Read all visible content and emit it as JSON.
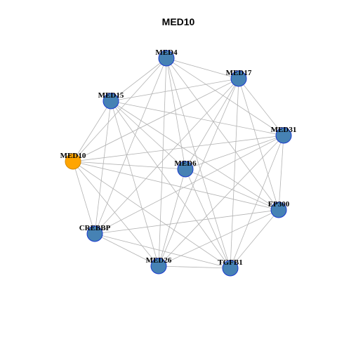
{
  "title": "MED10",
  "colors": {
    "focus_fill": "#FFA500",
    "focus_stroke": "#D28800",
    "node_fill": "#4682B4",
    "node_stroke": "#1A3ACF",
    "edge": "#B3B3B3"
  },
  "nodes": [
    {
      "id": "MED4",
      "label": "MED4",
      "focus": false
    },
    {
      "id": "MED17",
      "label": "MED17",
      "focus": false
    },
    {
      "id": "MED15",
      "label": "MED15",
      "focus": false
    },
    {
      "id": "MED31",
      "label": "MED31",
      "focus": false
    },
    {
      "id": "MED10",
      "label": "MED10",
      "focus": true
    },
    {
      "id": "MED6",
      "label": "MED6",
      "focus": false
    },
    {
      "id": "EP300",
      "label": "EP300",
      "focus": false
    },
    {
      "id": "CREBBP",
      "label": "CREBBP",
      "focus": false
    },
    {
      "id": "MED26",
      "label": "MED26",
      "focus": false
    },
    {
      "id": "TGFB1",
      "label": "TGFB1",
      "focus": false
    }
  ],
  "edges": [
    [
      "MED4",
      "MED17"
    ],
    [
      "MED4",
      "MED15"
    ],
    [
      "MED4",
      "MED31"
    ],
    [
      "MED4",
      "MED10"
    ],
    [
      "MED4",
      "MED6"
    ],
    [
      "MED4",
      "EP300"
    ],
    [
      "MED4",
      "CREBBP"
    ],
    [
      "MED4",
      "MED26"
    ],
    [
      "MED4",
      "TGFB1"
    ],
    [
      "MED17",
      "MED15"
    ],
    [
      "MED17",
      "MED31"
    ],
    [
      "MED17",
      "MED10"
    ],
    [
      "MED17",
      "MED6"
    ],
    [
      "MED17",
      "EP300"
    ],
    [
      "MED17",
      "CREBBP"
    ],
    [
      "MED17",
      "MED26"
    ],
    [
      "MED17",
      "TGFB1"
    ],
    [
      "MED15",
      "MED31"
    ],
    [
      "MED15",
      "MED10"
    ],
    [
      "MED15",
      "MED6"
    ],
    [
      "MED15",
      "EP300"
    ],
    [
      "MED15",
      "CREBBP"
    ],
    [
      "MED15",
      "MED26"
    ],
    [
      "MED15",
      "TGFB1"
    ],
    [
      "MED31",
      "MED10"
    ],
    [
      "MED31",
      "MED6"
    ],
    [
      "MED31",
      "EP300"
    ],
    [
      "MED31",
      "CREBBP"
    ],
    [
      "MED31",
      "MED26"
    ],
    [
      "MED31",
      "TGFB1"
    ],
    [
      "MED10",
      "MED6"
    ],
    [
      "MED10",
      "EP300"
    ],
    [
      "MED10",
      "CREBBP"
    ],
    [
      "MED10",
      "MED26"
    ],
    [
      "MED10",
      "TGFB1"
    ],
    [
      "MED6",
      "EP300"
    ],
    [
      "MED6",
      "MED26"
    ],
    [
      "MED6",
      "TGFB1"
    ],
    [
      "EP300",
      "CREBBP"
    ],
    [
      "EP300",
      "MED26"
    ],
    [
      "EP300",
      "TGFB1"
    ],
    [
      "CREBBP",
      "MED26"
    ],
    [
      "CREBBP",
      "TGFB1"
    ],
    [
      "MED26",
      "TGFB1"
    ]
  ]
}
